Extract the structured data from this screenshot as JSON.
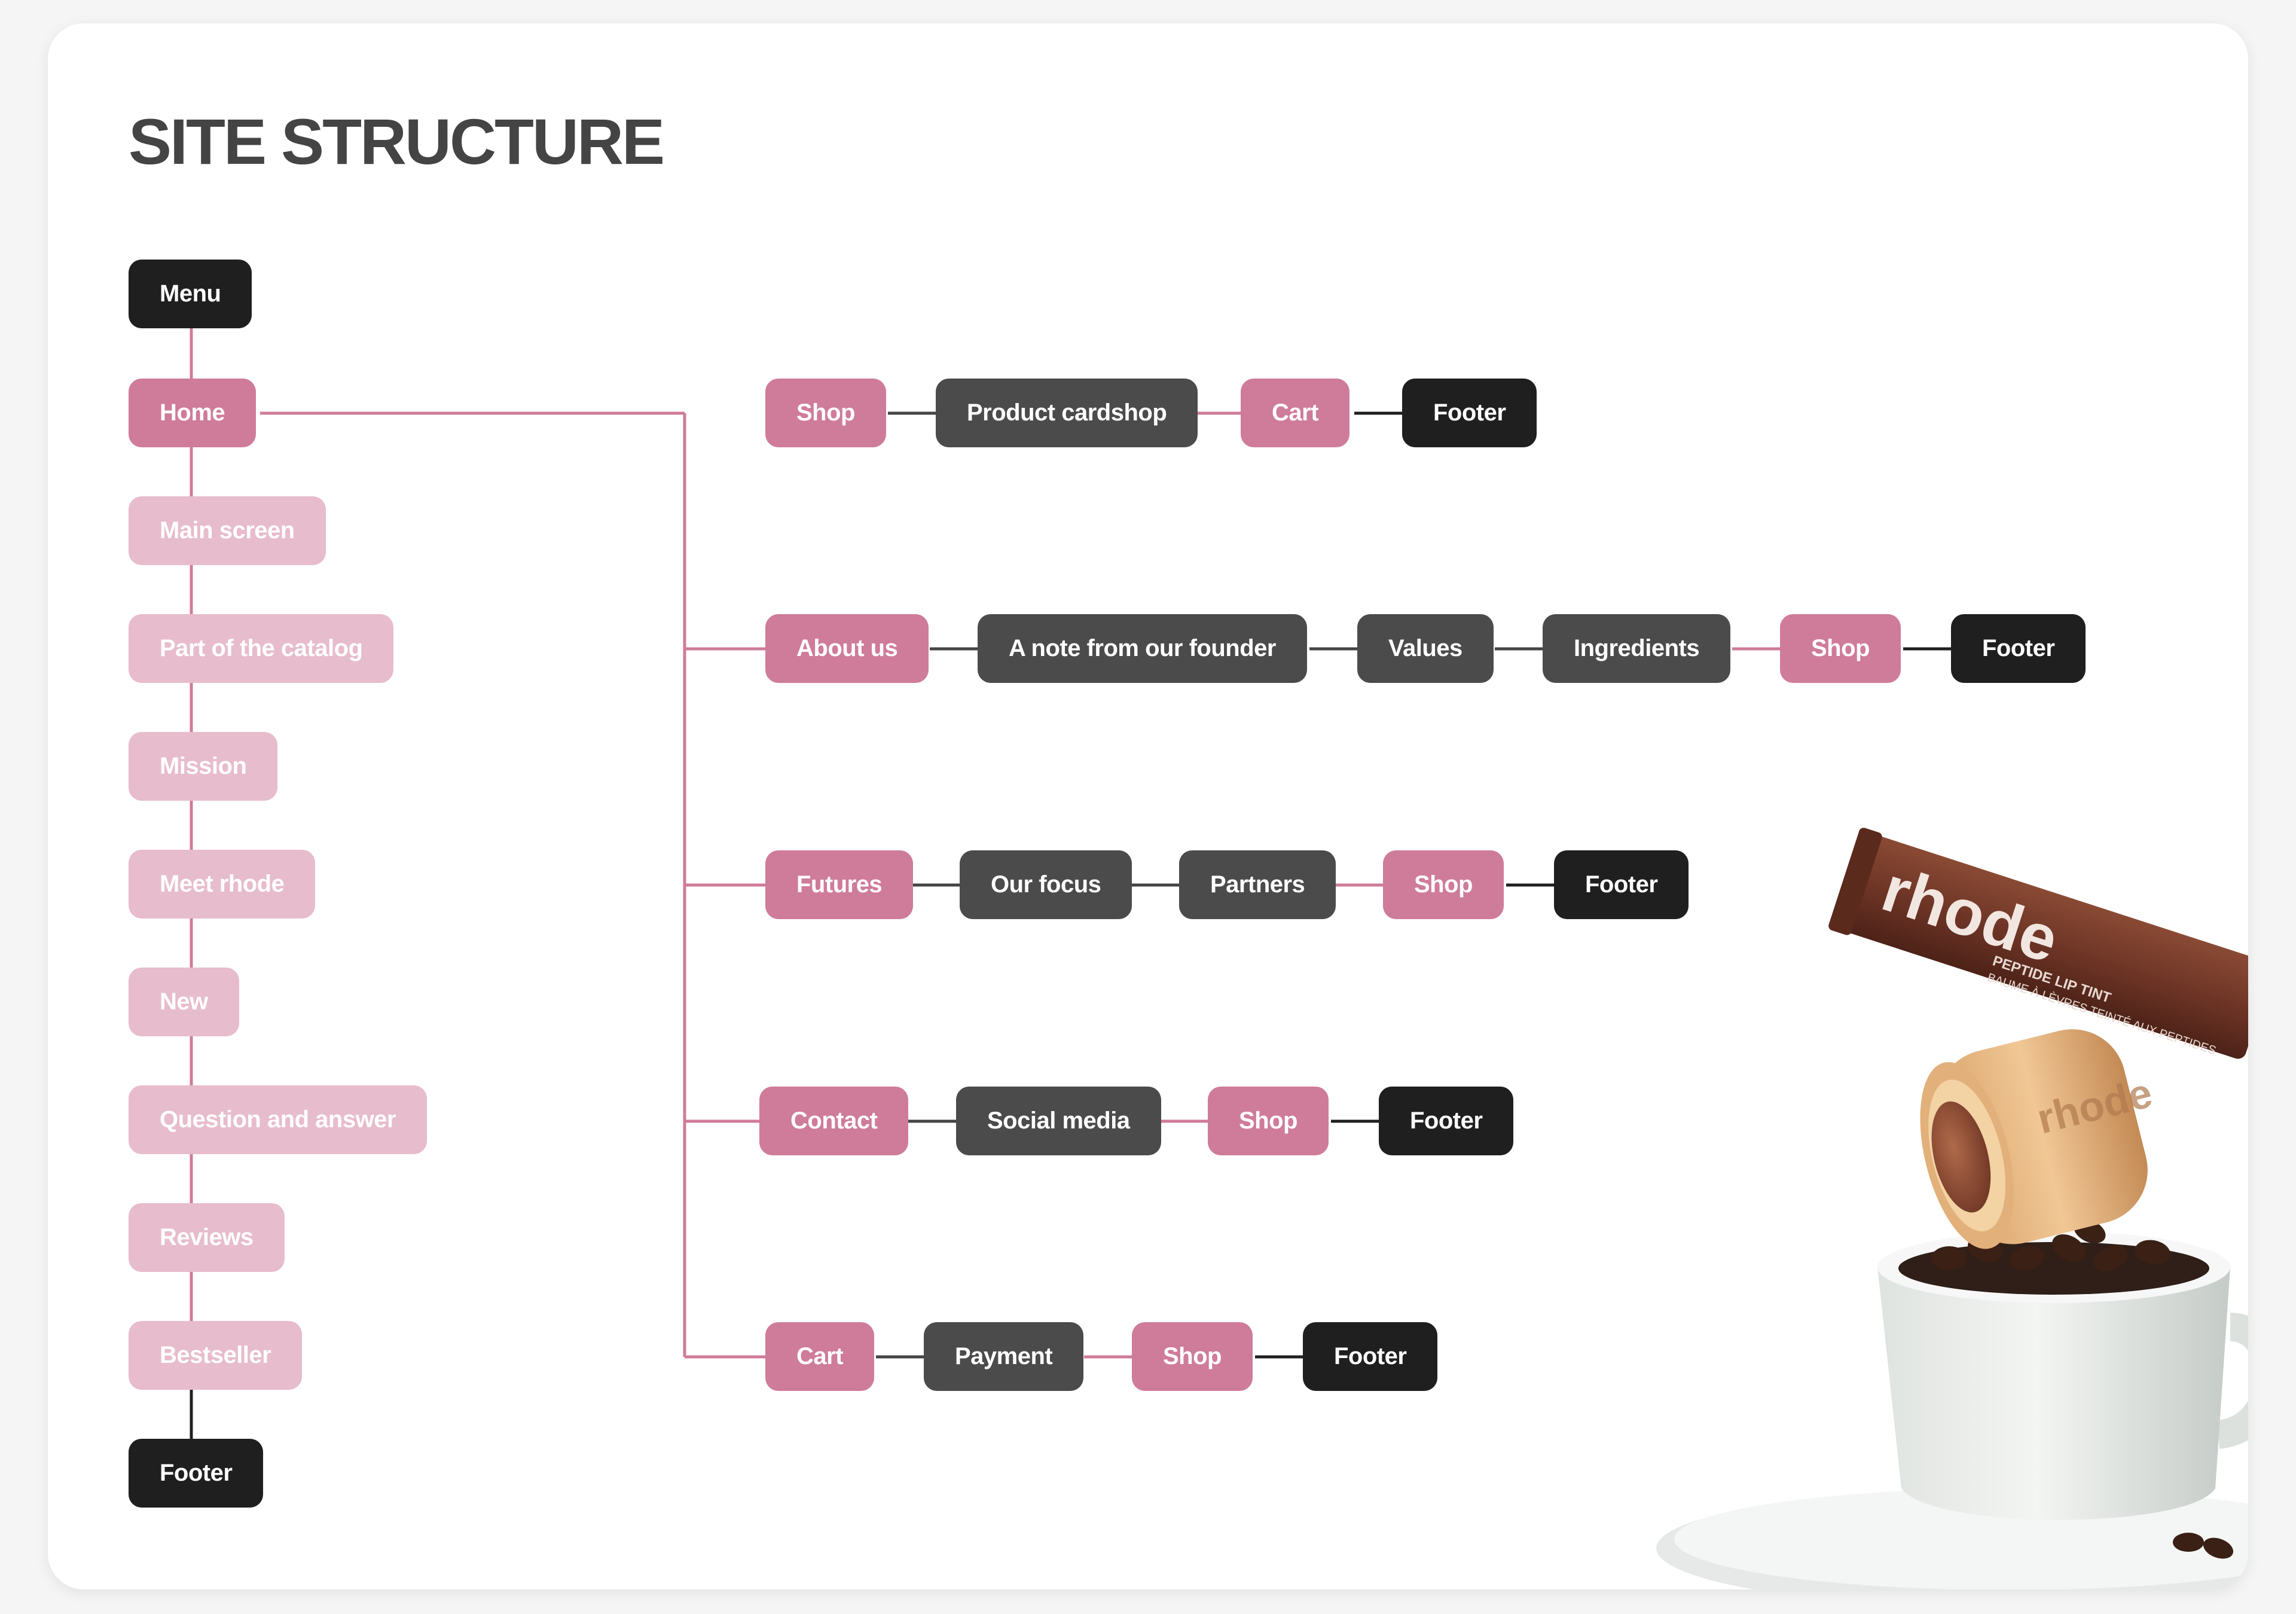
{
  "title": "SITE STRUCTURE",
  "colors": {
    "pink": "#cf7b9a",
    "light_pink": "#e7bccc",
    "grey": "#4b4b4b",
    "black": "#1f1f1f",
    "title": "#444444"
  },
  "menu": {
    "root": "Menu",
    "items": [
      "Home",
      "Main screen",
      "Part of the catalog",
      "Mission",
      "Meet rhode",
      "New",
      "Question and answer",
      "Reviews",
      "Bestseller"
    ],
    "footer": "Footer"
  },
  "branches": [
    {
      "nodes": [
        "Shop",
        "Product cardshop",
        "Cart",
        "Footer"
      ]
    },
    {
      "nodes": [
        "About us",
        "A note from our founder",
        "Values",
        "Ingredients",
        "Shop",
        "Footer"
      ]
    },
    {
      "nodes": [
        "Futures",
        "Our focus",
        "Partners",
        "Shop",
        "Footer"
      ]
    },
    {
      "nodes": [
        "Contact",
        "Social media",
        "Shop",
        "Footer"
      ]
    },
    {
      "nodes": [
        "Cart",
        "Payment",
        "Shop",
        "Footer"
      ]
    }
  ],
  "product_photo": {
    "tube_brand": "rhode",
    "tube_text_line1": "PEPTIDE LIP TINT",
    "tube_text_line2": "BAUME À LÈVRES TEINTÉ AUX PEPTIDES",
    "jar_brand": "rhode"
  }
}
